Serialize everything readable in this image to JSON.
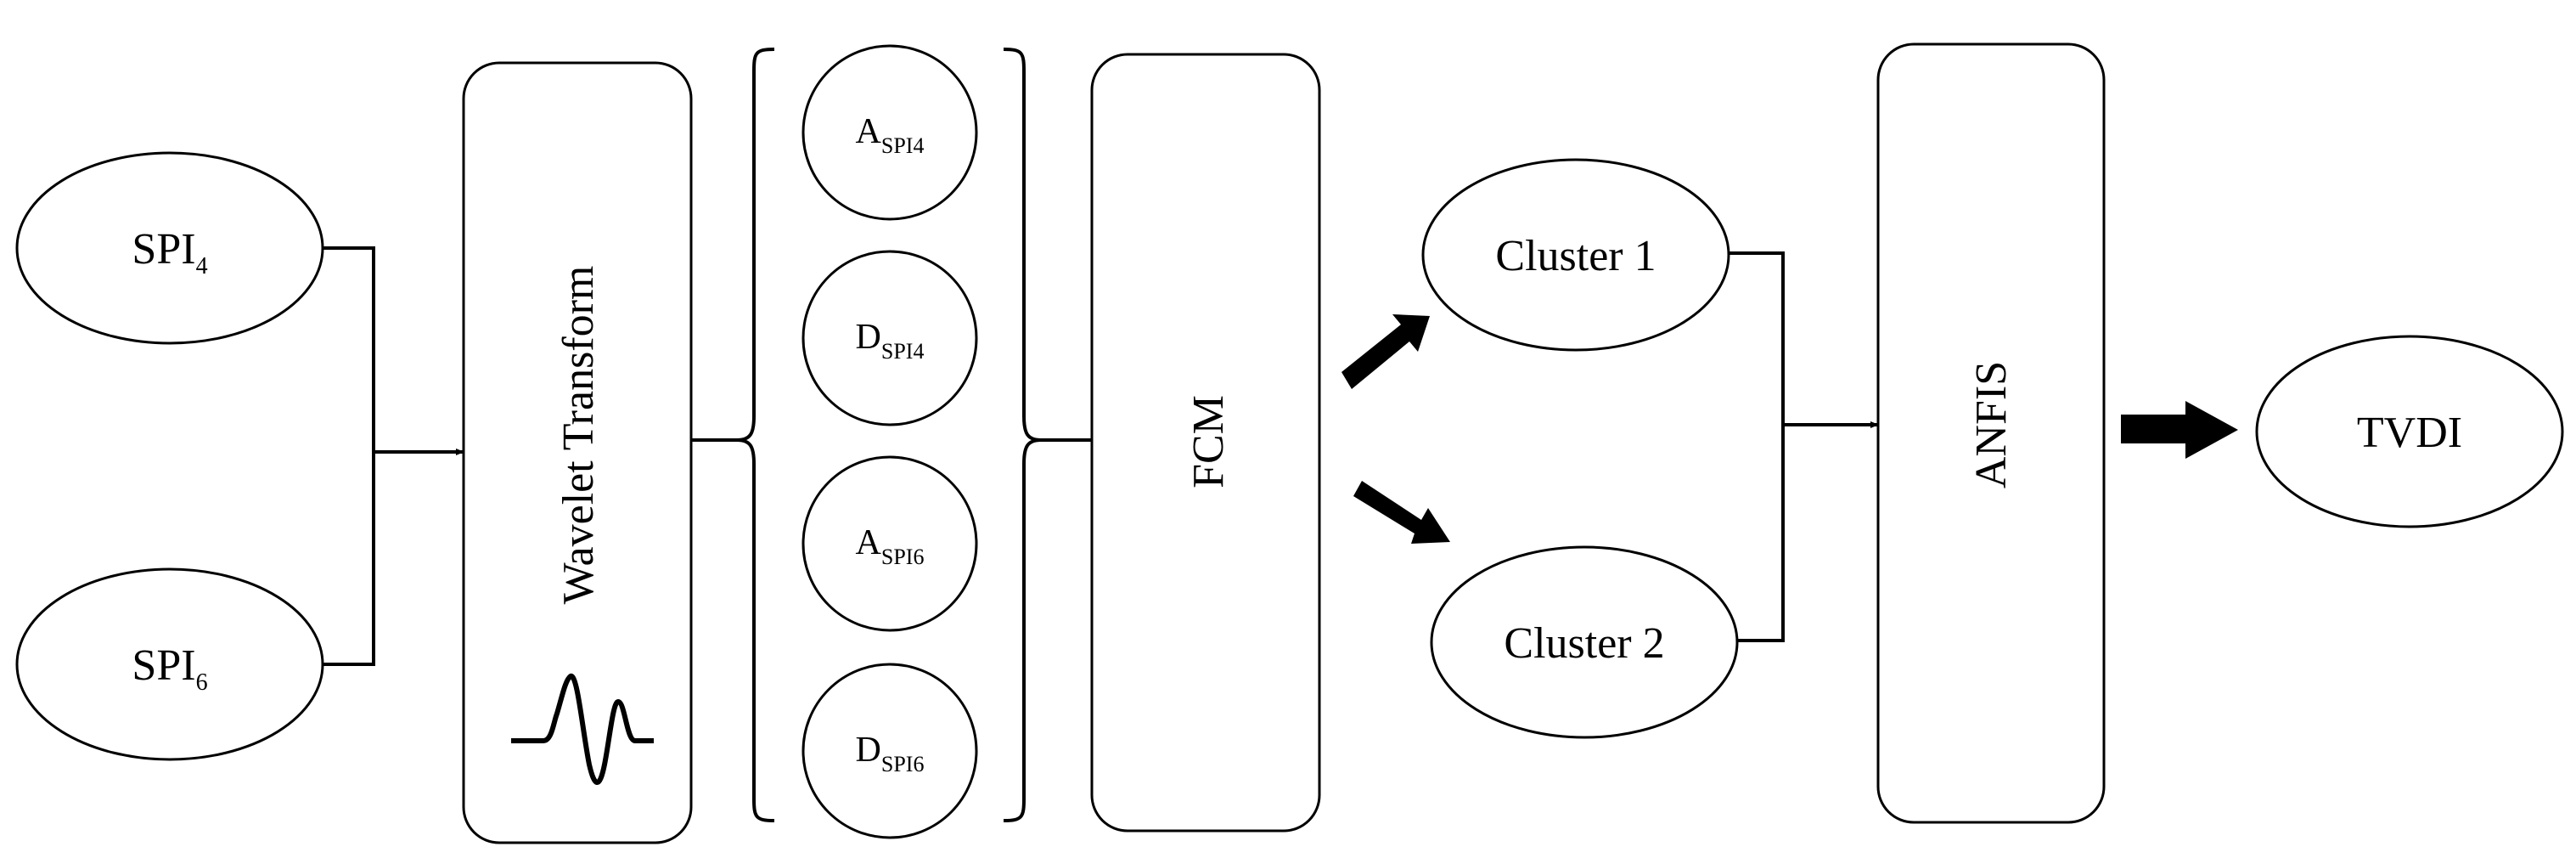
{
  "nodes": {
    "spi4": {
      "main": "SPI",
      "sub": "4"
    },
    "spi6": {
      "main": "SPI",
      "sub": "6"
    },
    "wavelet": {
      "label": "Wavelet Transform"
    },
    "a_spi4": {
      "main": "A",
      "sub": "SPI4"
    },
    "d_spi4": {
      "main": "D",
      "sub": "SPI4"
    },
    "a_spi6": {
      "main": "A",
      "sub": "SPI6"
    },
    "d_spi6": {
      "main": "D",
      "sub": "SPI6"
    },
    "fcm": {
      "label": "FCM"
    },
    "cluster1": {
      "label": "Cluster 1"
    },
    "cluster2": {
      "label": "Cluster 2"
    },
    "anfis": {
      "label": "ANFIS"
    },
    "tvdi": {
      "label": "TVDI"
    }
  },
  "icons": {
    "wavelet": "wavelet-signal-icon"
  },
  "colors": {
    "stroke": "#000000",
    "fill": "#ffffff"
  }
}
